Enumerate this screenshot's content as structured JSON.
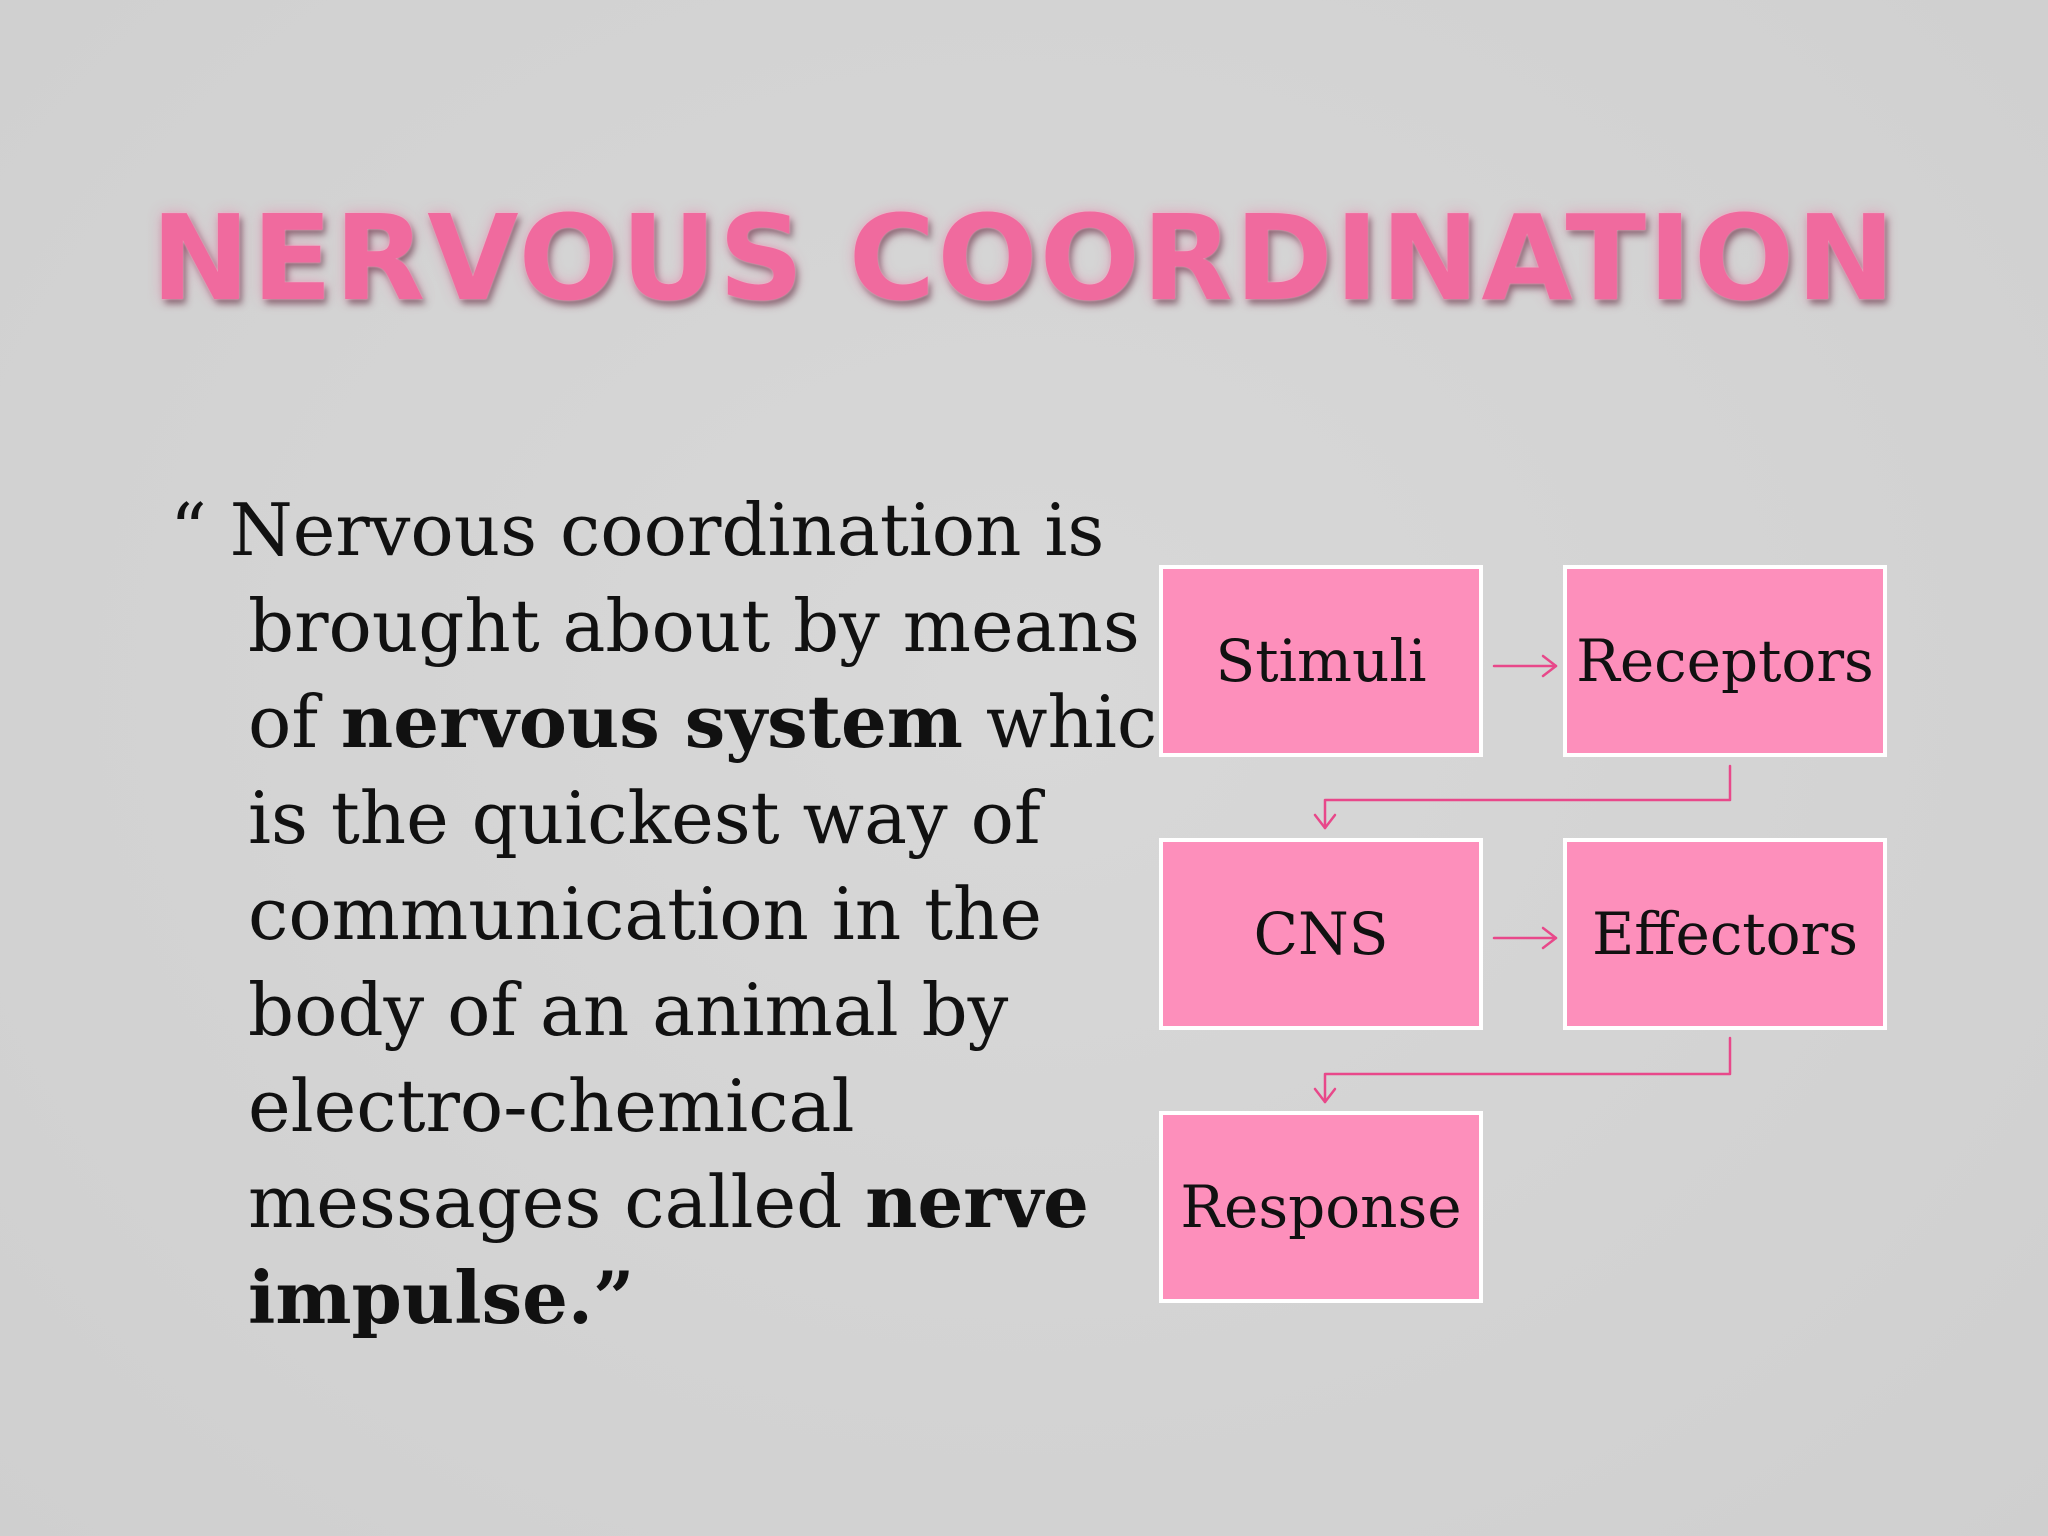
{
  "slide": {
    "title": "NERVOUS COORDINATION",
    "definition": {
      "open_quote": "“ ",
      "segments": [
        {
          "text": "Nervous coordination is brought about by means of ",
          "bold": false
        },
        {
          "text": "nervous system",
          "bold": true
        },
        {
          "text": " which is the quickest way of communication in the body of an animal by electro-chemical messages called ",
          "bold": false
        },
        {
          "text": "nerve impulse.”",
          "bold": true
        }
      ]
    }
  },
  "flowchart": {
    "nodes": [
      {
        "id": "stimuli",
        "label": "Stimuli"
      },
      {
        "id": "receptors",
        "label": "Receptors"
      },
      {
        "id": "cns",
        "label": "CNS"
      },
      {
        "id": "effectors",
        "label": "Effectors"
      },
      {
        "id": "response",
        "label": "Response"
      }
    ],
    "edges": [
      {
        "from": "stimuli",
        "to": "receptors"
      },
      {
        "from": "receptors",
        "to": "cns"
      },
      {
        "from": "cns",
        "to": "effectors"
      },
      {
        "from": "effectors",
        "to": "response"
      }
    ],
    "colors": {
      "box_fill": "#fd8fbb",
      "box_border": "#ffffff",
      "connector": "#e8488a",
      "title": "#f06a9e"
    }
  }
}
